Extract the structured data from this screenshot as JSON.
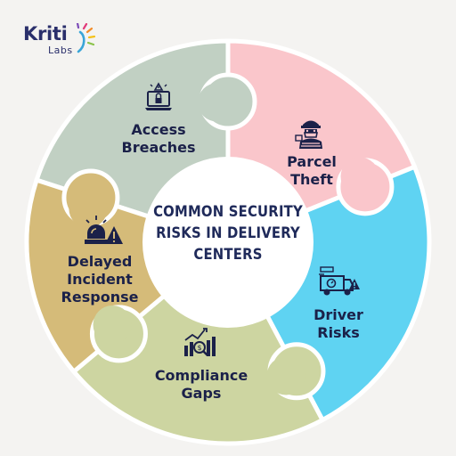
{
  "logo": {
    "name": "Kriti",
    "sub": "Labs"
  },
  "center": {
    "lines": [
      "COMMON SECURITY",
      "RISKS IN DELIVERY",
      "CENTERS"
    ]
  },
  "segments": [
    {
      "id": "access",
      "lines": [
        "Access",
        "Breaches"
      ],
      "color": "#c1d0c3",
      "icon": "laptop-alert-icon"
    },
    {
      "id": "parcel",
      "lines": [
        "Parcel",
        "Theft"
      ],
      "color": "#fac6cb",
      "icon": "thief-icon"
    },
    {
      "id": "driver",
      "lines": [
        "Driver",
        "Risks"
      ],
      "color": "#5fd3f2",
      "icon": "delivery-truck-alert-icon"
    },
    {
      "id": "compliance",
      "lines": [
        "Compliance",
        "Gaps"
      ],
      "color": "#cdd5a1",
      "icon": "magnifier-chart-icon"
    },
    {
      "id": "delayed",
      "lines": [
        "Delayed",
        "Incident",
        "Response"
      ],
      "color": "#d5bb79",
      "icon": "siren-alert-icon"
    }
  ],
  "colors": {
    "background": "#f4f3f1",
    "text": "#1b2149",
    "center_fill": "#ffffff"
  }
}
